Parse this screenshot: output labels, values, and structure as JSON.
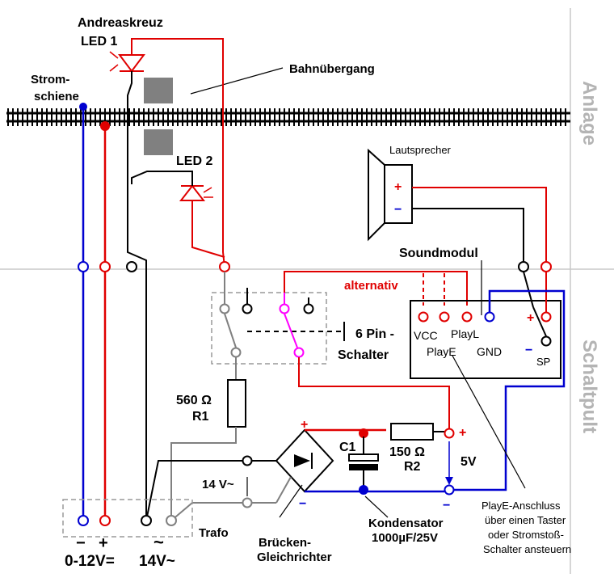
{
  "side_labels": {
    "anlage": "Anlage",
    "schaltpult": "Schaltpult"
  },
  "labels": {
    "andreaskreuz": "Andreaskreuz",
    "led1": "LED 1",
    "bahnuebergang": "Bahnübergang",
    "strom": "Strom-",
    "schiene": "schiene",
    "led2": "LED 2",
    "lautsprecher": "Lautsprecher",
    "soundmodul": "Soundmodul",
    "alternativ": "alternativ",
    "six_pin": "6 Pin -",
    "schalter": "Schalter",
    "vcc": "VCC",
    "playl": "PlayL",
    "playe": "PlayE",
    "gnd": "GND",
    "sp": "SP",
    "r1_value": "560 Ω",
    "r1": "R1",
    "c1": "C1",
    "r2_value": "150 Ω",
    "r2": "R2",
    "five_v": "5V",
    "fourteen_v_arrow": "14 V~",
    "trafo": "Trafo",
    "kondensator": "Kondensator",
    "kondensator_value": "1000µF/25V",
    "brueckengleichrichter_1": "Brücken-",
    "brueckengleichrichter_2": "Gleichrichter",
    "playe_note_1": "PlayE-Anschluss",
    "playe_note_2": "über einen Taster",
    "playe_note_3": "oder Stromstoß-",
    "playe_note_4": "Schalter ansteuern",
    "supply_dc": "0-12V=",
    "supply_ac": "14V~",
    "minus": "−",
    "plus": "+",
    "tilde": "~"
  },
  "colors": {
    "red": "#e00000",
    "blue": "#0000d0",
    "gray": "#a0a0a0",
    "magenta": "#ff00ff",
    "black": "#000000"
  }
}
